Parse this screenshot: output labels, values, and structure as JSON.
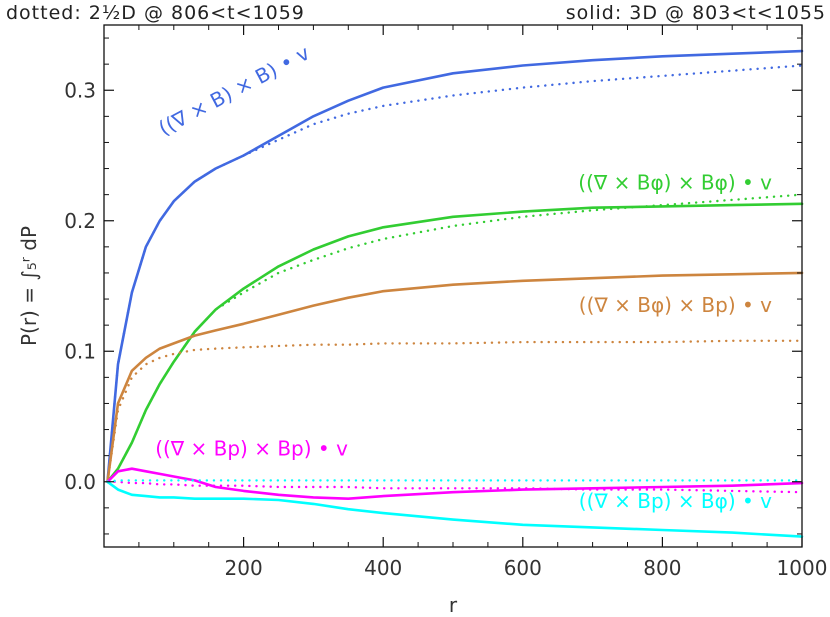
{
  "chart_data": {
    "type": "line",
    "title_left": "dotted: 2½D @ 806<t<1059",
    "title_right": "solid: 3D @ 803<t<1055",
    "xlabel": "r",
    "ylabel": "P(r) = ∫₅ʳ dP",
    "xlim": [
      0,
      1000
    ],
    "ylim": [
      -0.05,
      0.35
    ],
    "x_ticks": [
      200,
      400,
      600,
      800,
      1000
    ],
    "x_tick_labels": [
      "200",
      "400",
      "600",
      "800",
      "1000"
    ],
    "y_ticks": [
      0.0,
      0.1,
      0.2,
      0.3
    ],
    "y_tick_labels": [
      "0.0",
      "0.1",
      "0.2",
      "0.3"
    ],
    "x": [
      5,
      20,
      40,
      60,
      80,
      100,
      130,
      160,
      200,
      250,
      300,
      350,
      400,
      500,
      600,
      700,
      800,
      900,
      1000
    ],
    "series": [
      {
        "name": "((∇ × B) × B) • v",
        "color": "#4169e1",
        "solid": [
          0.0,
          0.09,
          0.145,
          0.18,
          0.2,
          0.215,
          0.23,
          0.24,
          0.25,
          0.265,
          0.28,
          0.292,
          0.302,
          0.313,
          0.319,
          0.323,
          0.326,
          0.328,
          0.33
        ],
        "dotted": [
          0.0,
          0.09,
          0.145,
          0.18,
          0.2,
          0.215,
          0.23,
          0.24,
          0.25,
          0.262,
          0.274,
          0.282,
          0.288,
          0.296,
          0.302,
          0.307,
          0.311,
          0.315,
          0.319
        ]
      },
      {
        "name": "((∇ × Bφ) × Bφ) • v",
        "color": "#32cd32",
        "solid": [
          0.0,
          0.01,
          0.03,
          0.055,
          0.075,
          0.092,
          0.115,
          0.132,
          0.148,
          0.165,
          0.178,
          0.188,
          0.195,
          0.203,
          0.207,
          0.21,
          0.211,
          0.212,
          0.213
        ],
        "dotted": [
          0.0,
          0.01,
          0.03,
          0.055,
          0.075,
          0.092,
          0.115,
          0.132,
          0.145,
          0.16,
          0.17,
          0.179,
          0.186,
          0.196,
          0.203,
          0.208,
          0.212,
          0.216,
          0.22
        ]
      },
      {
        "name": "((∇ × Bφ) × Bp) • v",
        "color": "#cd853f",
        "solid": [
          0.0,
          0.06,
          0.085,
          0.095,
          0.102,
          0.106,
          0.112,
          0.116,
          0.121,
          0.128,
          0.135,
          0.141,
          0.146,
          0.151,
          0.154,
          0.156,
          0.158,
          0.159,
          0.16
        ],
        "dotted": [
          0.0,
          0.055,
          0.08,
          0.09,
          0.095,
          0.098,
          0.101,
          0.102,
          0.103,
          0.104,
          0.105,
          0.105,
          0.106,
          0.106,
          0.107,
          0.107,
          0.107,
          0.108,
          0.108
        ]
      },
      {
        "name": "((∇ × Bp) × Bp) • v",
        "color": "#ff00ff",
        "solid": [
          0.0,
          0.008,
          0.01,
          0.008,
          0.006,
          0.004,
          0.001,
          -0.004,
          -0.007,
          -0.01,
          -0.012,
          -0.013,
          -0.011,
          -0.008,
          -0.006,
          -0.005,
          -0.004,
          -0.003,
          -0.001
        ],
        "dotted": [
          0.0,
          0.0,
          -0.001,
          -0.001,
          -0.002,
          -0.002,
          -0.003,
          -0.003,
          -0.003,
          -0.004,
          -0.004,
          -0.004,
          -0.005,
          -0.005,
          -0.005,
          -0.006,
          -0.006,
          -0.007,
          -0.008
        ]
      },
      {
        "name": "((∇ × Bp) × Bφ) • v",
        "color": "#00ffff",
        "solid": [
          0.0,
          -0.006,
          -0.01,
          -0.011,
          -0.012,
          -0.012,
          -0.013,
          -0.013,
          -0.013,
          -0.014,
          -0.017,
          -0.021,
          -0.024,
          -0.029,
          -0.033,
          -0.035,
          -0.037,
          -0.039,
          -0.042
        ],
        "dotted": [
          0.0,
          0.001,
          0.001,
          0.001,
          0.001,
          0.001,
          0.001,
          0.001,
          0.001,
          0.001,
          0.001,
          0.001,
          0.001,
          0.001,
          0.001,
          0.001,
          0.001,
          0.001,
          0.001
        ]
      }
    ],
    "annotations": [
      {
        "series": 0,
        "parts": [
          [
            "((∇ × B) × B) ",
            ""
          ],
          [
            "•",
            ""
          ],
          [
            " v",
            ""
          ]
        ],
        "x": 300,
        "y": 0.265,
        "rotate": -28
      },
      {
        "series": 1,
        "x": 1000,
        "y": 0.224
      },
      {
        "series": 2,
        "x": 1000,
        "y": 0.13
      },
      {
        "series": 3,
        "x": 400,
        "y": 0.02
      },
      {
        "series": 4,
        "x": 1000,
        "y": -0.02
      }
    ],
    "grid": false
  }
}
